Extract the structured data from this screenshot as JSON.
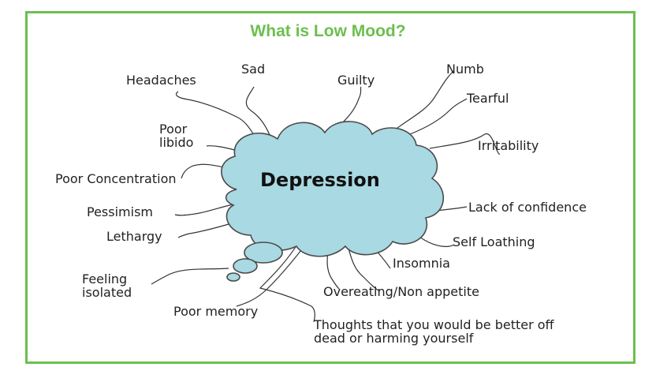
{
  "title": "What is Low Mood?",
  "center": "Depression",
  "labels": {
    "sad": "Sad",
    "headaches": "Headaches",
    "guilty": "Guilty",
    "numb": "Numb",
    "tearful": "Tearful",
    "poor_libido": "Poor\nlibido",
    "irritability": "Irritability",
    "poor_concentration": "Poor Concentration",
    "pessimism": "Pessimism",
    "lack_of_confidence": "Lack of confidence",
    "lethargy": "Lethargy",
    "self_loathing": "Self Loathing",
    "insomnia": "Insomnia",
    "feeling_isolated": "Feeling\nisolated",
    "overeating": "Overeating/Non appetite",
    "poor_memory": "Poor memory",
    "thoughts": "Thoughts that you would be better off\ndead or harming yourself"
  },
  "colors": {
    "frame": "#6cbf4e",
    "title": "#6cbf4e",
    "cloud_fill": "#a9d9e3",
    "cloud_stroke": "#4a4a4a",
    "line": "#333333"
  }
}
